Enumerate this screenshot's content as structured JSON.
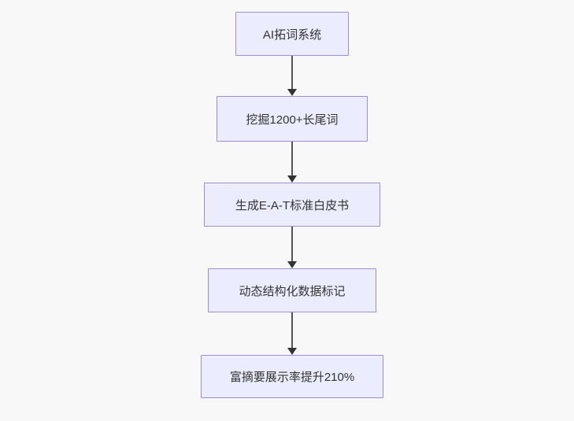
{
  "diagram": {
    "type": "flowchart",
    "direction": "top-to-bottom",
    "nodes": [
      {
        "id": "node-1",
        "label": "AI拓词系统"
      },
      {
        "id": "node-2",
        "label": "挖掘1200+长尾词"
      },
      {
        "id": "node-3",
        "label": "生成E-A-T标准白皮书"
      },
      {
        "id": "node-4",
        "label": "动态结构化数据标记"
      },
      {
        "id": "node-5",
        "label": "富摘要展示率提升210%"
      }
    ],
    "edges": [
      {
        "from": "node-1",
        "to": "node-2"
      },
      {
        "from": "node-2",
        "to": "node-3"
      },
      {
        "from": "node-3",
        "to": "node-4"
      },
      {
        "from": "node-4",
        "to": "node-5"
      }
    ],
    "colors": {
      "node_fill": "#ECECFF",
      "node_border": "#9370DB",
      "edge_line": "#555555",
      "arrowhead": "#333333",
      "text": "#333333",
      "background": "#F8F8F8"
    }
  }
}
